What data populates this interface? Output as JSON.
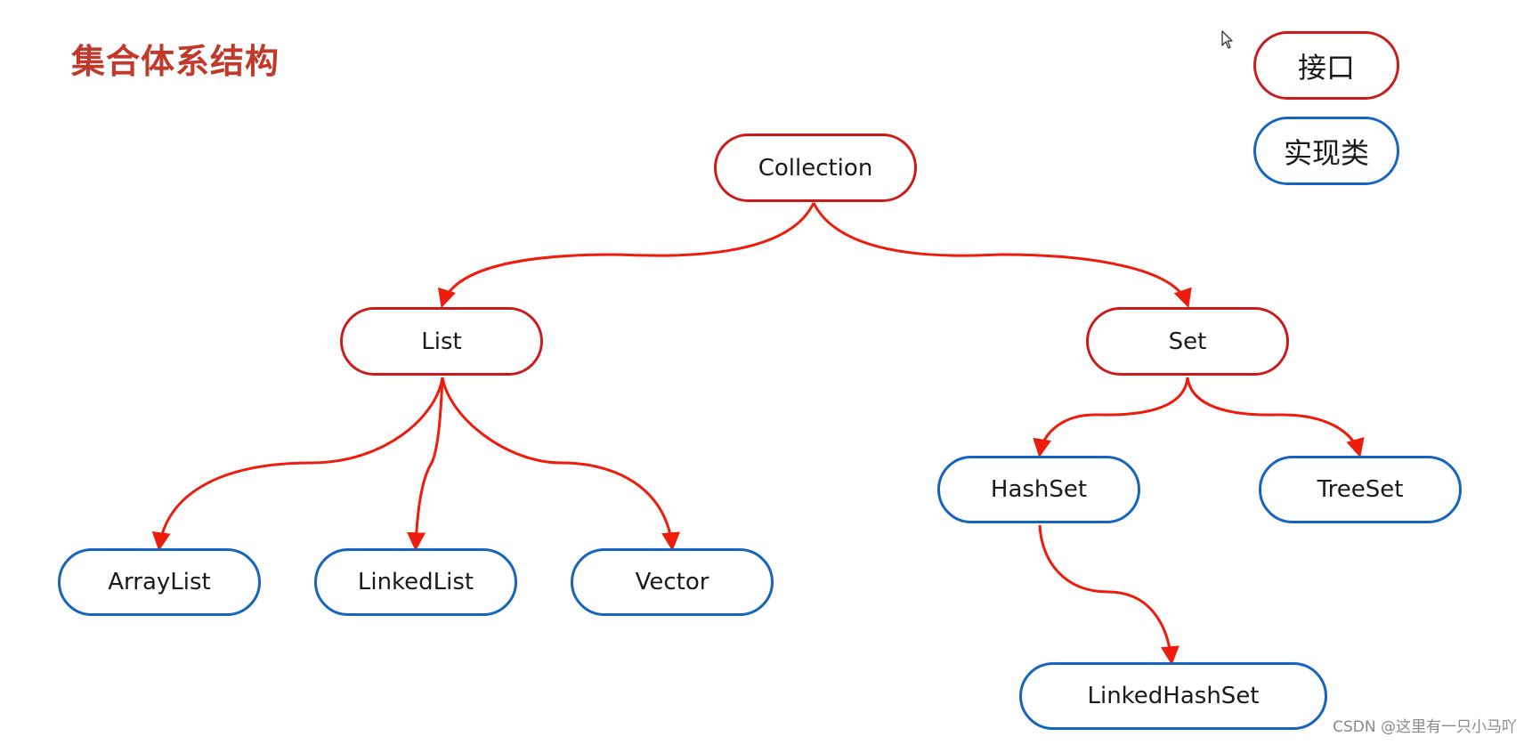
{
  "title": "集合体系结构",
  "legend": {
    "interface_label": "接口",
    "impl_label": "实现类"
  },
  "colors": {
    "title": "#c0392b",
    "interface_border": "#cc1a1a",
    "impl_border": "#1565c0",
    "edge": "#ee1c0c"
  },
  "nodes": {
    "collection": "Collection",
    "list": "List",
    "set": "Set",
    "arraylist": "ArrayList",
    "linkedlist": "LinkedList",
    "vector": "Vector",
    "hashset": "HashSet",
    "treeset": "TreeSet",
    "linkedhashset": "LinkedHashSet"
  },
  "watermark": "CSDN @这里有一只小马吖",
  "icons": {
    "cursor": "mouse-pointer-icon"
  }
}
